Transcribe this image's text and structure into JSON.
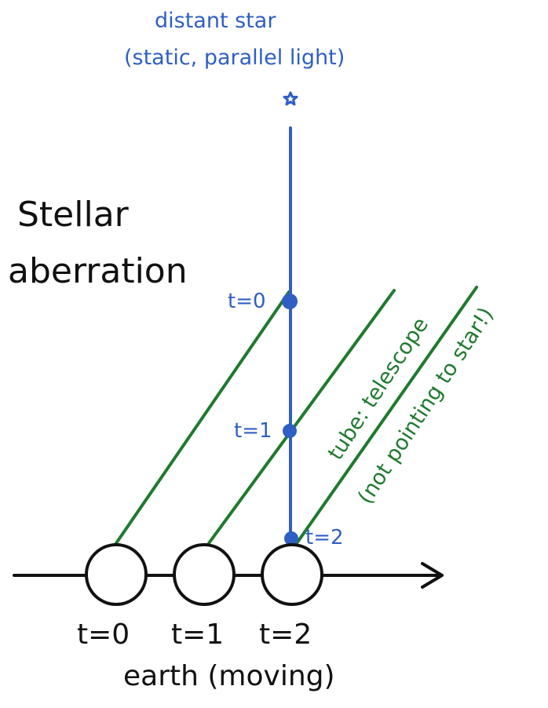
{
  "title": "Stellar aberration",
  "title_lines": [
    "Stellar",
    "aberration"
  ],
  "star": {
    "label_line1": "distant star",
    "label_line2": "(static, parallel light)",
    "icon": "star-icon"
  },
  "photon_positions": [
    "t=0",
    "t=1",
    "t=2"
  ],
  "telescope_labels": {
    "line1": "tube: telescope",
    "line2": "(not pointing to star!)"
  },
  "earth_positions": [
    "t=0",
    "t=1",
    "t=2"
  ],
  "earth_label": "earth (moving)",
  "colors": {
    "light_ray": "#2f5fc4",
    "telescope": "#1f7a2e",
    "earth": "#111111",
    "background": "#ffffff"
  }
}
